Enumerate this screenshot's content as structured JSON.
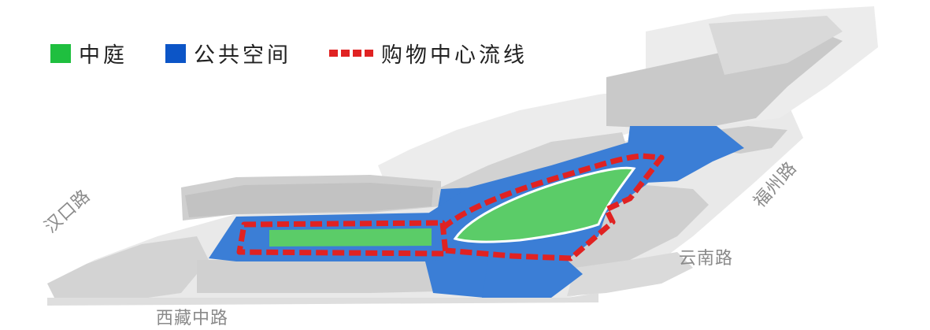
{
  "legend": {
    "items": [
      {
        "key": "atrium",
        "label": "中庭",
        "color": "#5bcc68"
      },
      {
        "key": "public",
        "label": "公共空间",
        "color": "#0c55c7"
      },
      {
        "key": "route",
        "label": "购物中心流线",
        "color": "#e02222",
        "style": "dashed"
      }
    ]
  },
  "streets": {
    "hankou": "汉口路",
    "xizang": "西藏中路",
    "yunnan": "云南路",
    "fuzhou": "福州路"
  },
  "colors": {
    "building_light": "#e9e9e9",
    "building_mid": "#d6d6d6",
    "building_dark": "#c4c4c4",
    "public_space": "#3b7ed6",
    "atrium": "#5bcc68",
    "route": "#e02222"
  }
}
